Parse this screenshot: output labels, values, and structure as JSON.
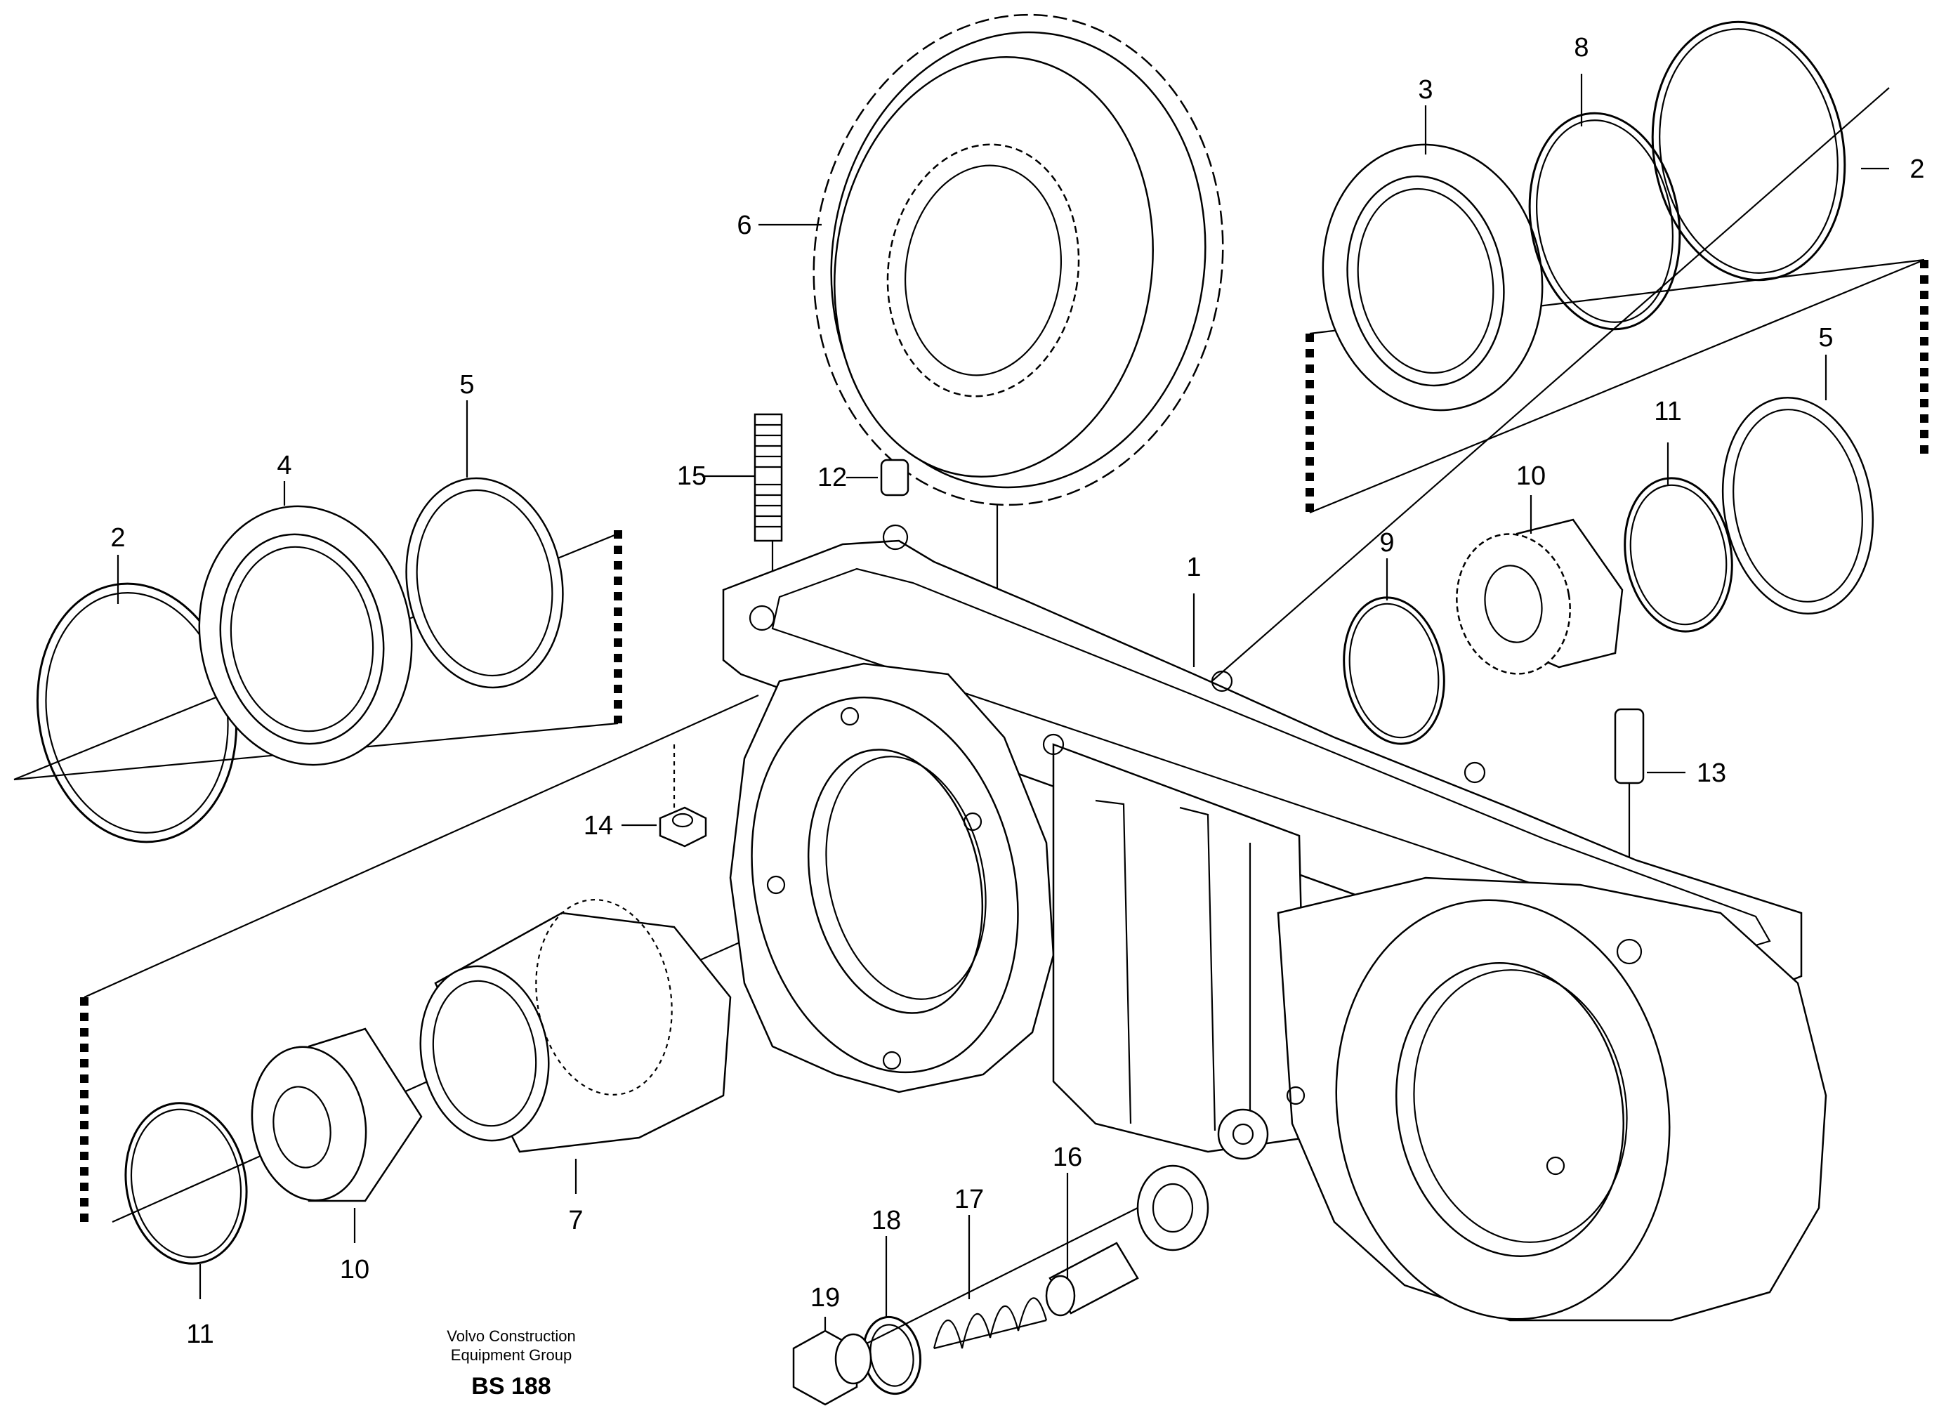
{
  "diagram": {
    "callouts": [
      "1",
      "2",
      "3",
      "4",
      "5",
      "6",
      "7",
      "8",
      "9",
      "10",
      "11",
      "12",
      "13",
      "14",
      "15",
      "16",
      "17",
      "18",
      "19"
    ],
    "labels": {
      "l1": "1",
      "l2a": "2",
      "l2b": "2",
      "l3": "3",
      "l4": "4",
      "l5a": "5",
      "l5b": "5",
      "l6": "6",
      "l7": "7",
      "l8": "8",
      "l9": "9",
      "l10a": "10",
      "l10b": "10",
      "l11a": "11",
      "l11b": "11",
      "l12": "12",
      "l13": "13",
      "l14": "14",
      "l15": "15",
      "l16": "16",
      "l17": "17",
      "l18": "18",
      "l19": "19"
    }
  },
  "footer": {
    "company_line1": "Volvo Construction",
    "company_line2": "Equipment Group",
    "code": "BS 188"
  }
}
